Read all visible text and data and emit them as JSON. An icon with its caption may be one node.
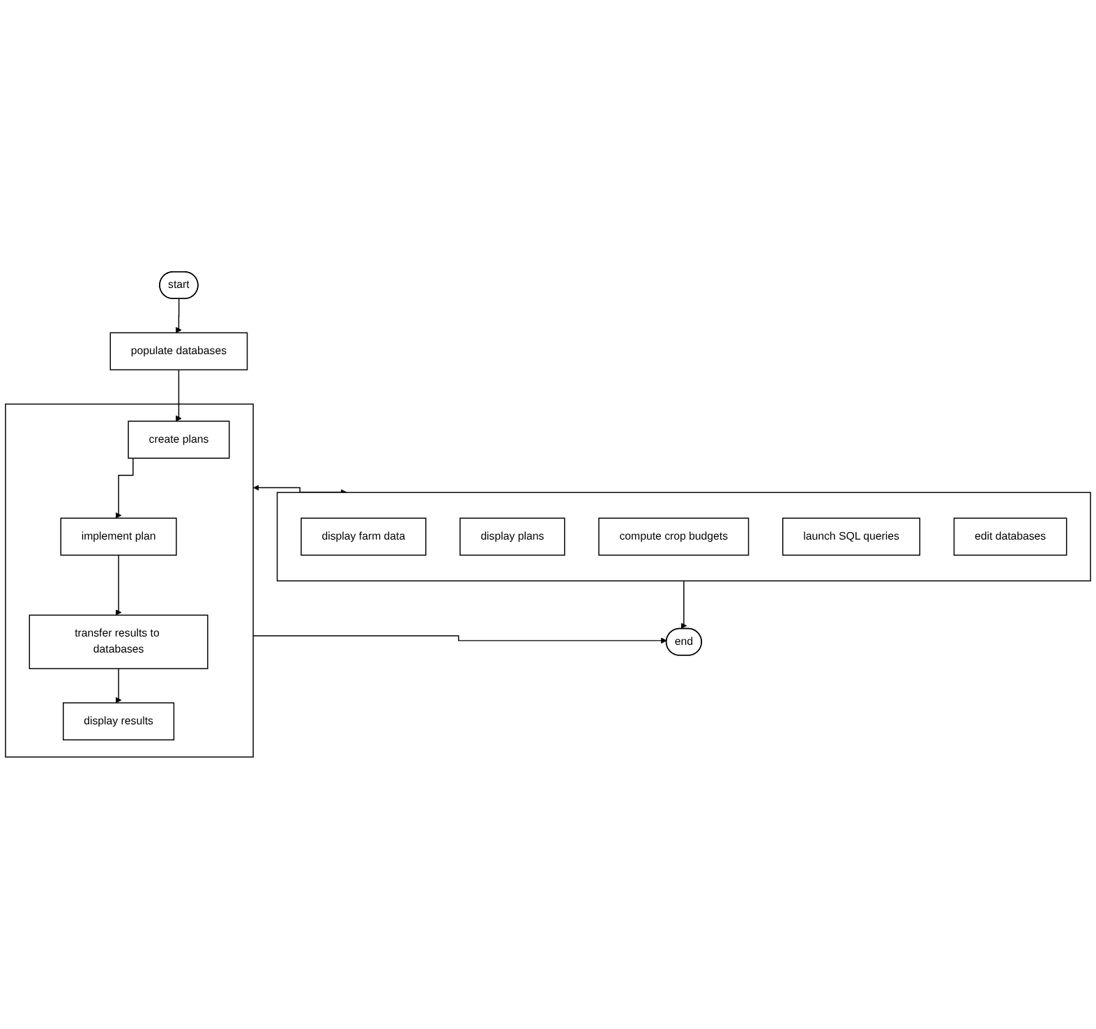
{
  "diagram": {
    "nodes": [
      {
        "text": [
          "start"
        ]
      },
      {
        "text": [
          "populate databases"
        ]
      },
      {
        "text": [],
        "shape": "box"
      },
      {
        "text": [
          "create plans"
        ],
        "in": 2
      },
      {
        "text": [
          "implement plan"
        ],
        "in": 2
      },
      {
        "text": [
          "transfer results to databases"
        ],
        "in": 2
      },
      {
        "text": [
          "display results"
        ],
        "in": 2
      },
      {
        "text": [],
        "shape": "box"
      },
      {
        "text": [
          "display farm data"
        ],
        "in": 7
      },
      {
        "text": [
          "display plans"
        ],
        "in": 7
      },
      {
        "text": [
          "compute crop budgets"
        ],
        "in": 7
      },
      {
        "text": [
          "launch SQL queries"
        ],
        "in": 7
      },
      {
        "text": [
          "edit databases"
        ],
        "in": 7
      },
      {
        "text": [
          "end"
        ]
      }
    ],
    "edges": [
      {
        "from": 0,
        "to": 1,
        "arrow": "to"
      },
      {
        "from": 1,
        "to": 3,
        "arrow": "to"
      },
      {
        "from": 3,
        "to": 4,
        "arrow": "to"
      },
      {
        "from": 4,
        "to": 5,
        "arrow": "to"
      },
      {
        "from": 5,
        "to": 6,
        "arrow": "to"
      },
      {
        "from": 2,
        "to": 7,
        "arrow": "both"
      },
      {
        "from": 2,
        "to": 13,
        "arrow": "to"
      },
      {
        "from": 7,
        "to": 13,
        "arrow": "to"
      }
    ]
  }
}
